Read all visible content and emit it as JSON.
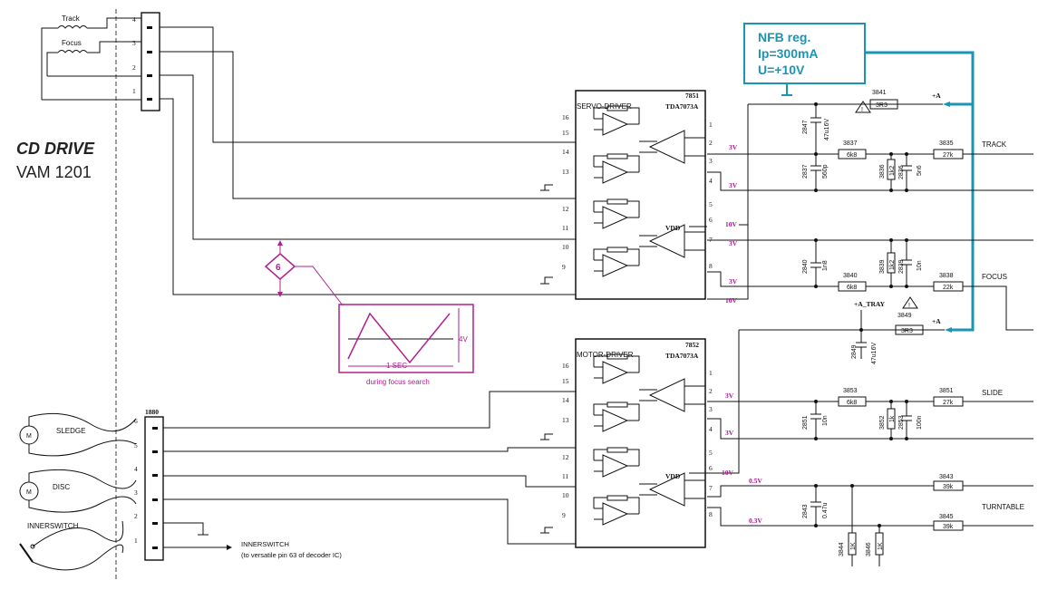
{
  "title": {
    "line1": "CD DRIVE",
    "line2": "VAM 1201"
  },
  "coils": {
    "track": "Track",
    "focus": "Focus"
  },
  "connector_top": {
    "pins": [
      "4",
      "3",
      "2",
      "1"
    ]
  },
  "connector_bottom": {
    "ref": "1880",
    "pins": [
      "6",
      "5",
      "4",
      "3",
      "2",
      "1"
    ]
  },
  "motors": {
    "sledge": "SLEDGE",
    "disc": "DISC",
    "innerswitch": "INNERSWITCH",
    "motor_symbol": "M"
  },
  "innerswitch_note": {
    "line1": "INNERSWITCH",
    "line2": "(to versatile pin 63 of decoder IC)"
  },
  "ic_top": {
    "ref": "7851",
    "part": "TDA7073A",
    "name": "SERVO-DRIVER",
    "vdd": "VDD",
    "left_pins": [
      "16",
      "15",
      "14",
      "13",
      "12",
      "11",
      "10",
      "9"
    ],
    "right_pins": [
      "1",
      "2",
      "3",
      "4",
      "5",
      "6",
      "7",
      "8"
    ]
  },
  "ic_bottom": {
    "ref": "7852",
    "part": "TDA7073A",
    "name": "MOTOR-DRIVER",
    "vdd": "VDD",
    "left_pins": [
      "16",
      "15",
      "14",
      "13",
      "12",
      "11",
      "10",
      "9"
    ],
    "right_pins": [
      "1",
      "2",
      "3",
      "4",
      "5",
      "6",
      "7",
      "8"
    ]
  },
  "voltages": {
    "top_p1": "3V",
    "top_p3": "3V",
    "top_p5": "10V",
    "top_p6": "3V",
    "top_p7": "3V",
    "top_p8": "10V",
    "bot_p1": "3V",
    "bot_p3": "3V",
    "bot_p5": "10V",
    "bot_p6": "0.5V",
    "bot_p7": "0.3V"
  },
  "nfb": {
    "line1": "NFB reg.",
    "line2": "Ip=300mA",
    "line3": "U=+10V"
  },
  "test_point": {
    "id": "6",
    "amplitude": "4V",
    "period": "1 SEC",
    "caption": "during focus search"
  },
  "supplies": {
    "a": "+A",
    "a2": "+A",
    "a_tray": "+A_TRAY"
  },
  "components": {
    "r3841": {
      "ref": "3841",
      "value": "3R3"
    },
    "r3849": {
      "ref": "3849",
      "value": "3R3"
    },
    "c2847": {
      "ref": "2847",
      "value": "47u16V"
    },
    "c2849": {
      "ref": "2849",
      "value": "47u16V"
    },
    "r3837": {
      "ref": "3837",
      "value": "6k8"
    },
    "r3835": {
      "ref": "3835",
      "value": "27k"
    },
    "c2837": {
      "ref": "2837",
      "value": "560p"
    },
    "r3836": {
      "ref": "3836",
      "value": "1k2"
    },
    "c2836": {
      "ref": "2836",
      "value": "5n6"
    },
    "c2840": {
      "ref": "2840",
      "value": "1n8"
    },
    "r3839": {
      "ref": "3839",
      "value": "1k2"
    },
    "c2839": {
      "ref": "2839",
      "value": "10n"
    },
    "r3840": {
      "ref": "3840",
      "value": "6k8"
    },
    "r3838": {
      "ref": "3838",
      "value": "22k"
    },
    "r3853": {
      "ref": "3853",
      "value": "6k8"
    },
    "r3851": {
      "ref": "3851",
      "value": "27k"
    },
    "c2851": {
      "ref": "2851",
      "value": "10n"
    },
    "r3852": {
      "ref": "3852",
      "value": "1k"
    },
    "c2853": {
      "ref": "2853",
      "value": "100n"
    },
    "r3843": {
      "ref": "3843",
      "value": "39k"
    },
    "r3845": {
      "ref": "3845",
      "value": "39k"
    },
    "c2843": {
      "ref": "2843",
      "value": "0.47u"
    },
    "r3844": {
      "ref": "3844",
      "value": "1K"
    },
    "r3846": {
      "ref": "3846",
      "value": "1K"
    }
  },
  "outputs": {
    "track": "TRACK",
    "focus": "FOCUS",
    "slide": "SLIDE",
    "turntable": "TURNTABLE"
  },
  "colors": {
    "wire": "#111111",
    "voltage": "#a0208c",
    "nfb": "#1a95b5",
    "scope": "#b02090"
  }
}
